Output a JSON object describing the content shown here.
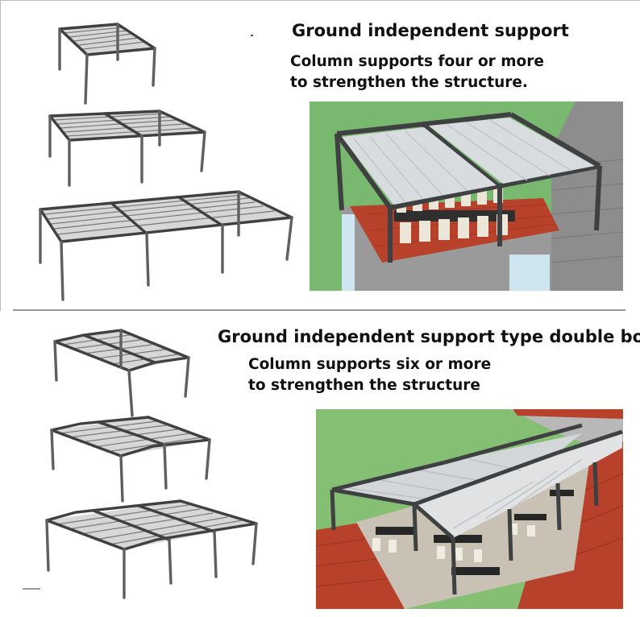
{
  "sections": [
    {
      "title": "Ground independent support",
      "lines": [
        "Column supports four or more",
        "to strengthen the structure."
      ]
    },
    {
      "title": "Ground independent support type double boo",
      "lines": [
        "Column supports six or more",
        "to strengthen the structure"
      ]
    }
  ],
  "colors": {
    "frame": "#3e4042",
    "column": "#5d5f61",
    "roof_slat": "#77797b",
    "lawn": "#79b86f",
    "brick_wall": "#8d8d8d",
    "terracotta_tile": "#b8412c",
    "awning": "#d9dcdf"
  }
}
